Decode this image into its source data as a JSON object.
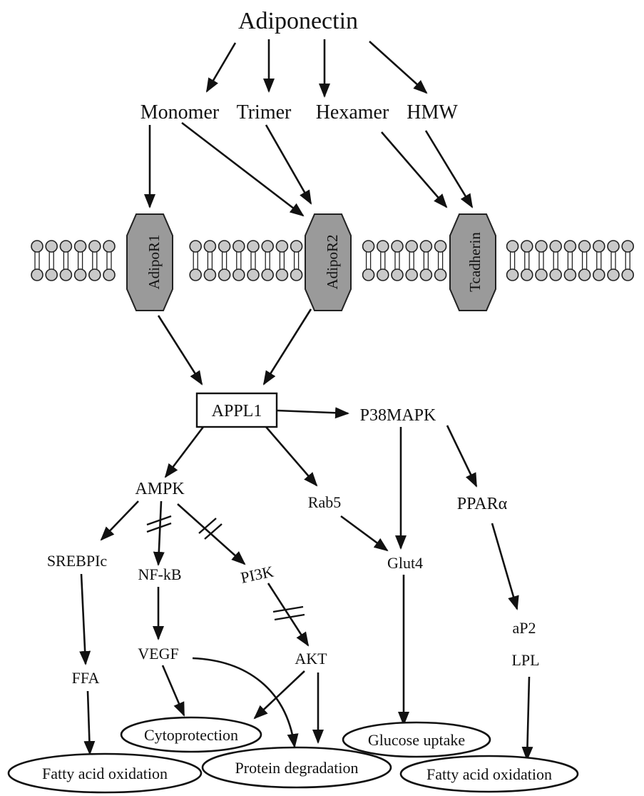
{
  "nodes": {
    "adiponectin": "Adiponectin",
    "monomer": "Monomer",
    "trimer": "Trimer",
    "hexamer": "Hexamer",
    "hmw": "HMW",
    "appl1": "APPL1",
    "p38mapk": "P38MAPK",
    "ampk": "AMPK",
    "rab5": "Rab5",
    "ppar": "PPARα",
    "srebp": "SREBPIc",
    "nfkb": "NF-kB",
    "pi3k": "PI3K",
    "glut4": "Glut4",
    "ffa": "FFA",
    "vegf": "VEGF",
    "akt": "AKT",
    "ap2": "aP2",
    "lpl": "LPL"
  },
  "receptors": {
    "adipor1": "AdipoR1",
    "adipor2": "AdipoR2",
    "tcadherin": "Tcadherin"
  },
  "outcomes": {
    "cytoprotection": "Cytoprotection",
    "glucose_uptake": "Glucose uptake",
    "fatty_acid_oxidation_left": "Fatty acid oxidation",
    "protein_degradation": "Protein degradation",
    "fatty_acid_oxidation_right": "Fatty acid oxidation"
  }
}
